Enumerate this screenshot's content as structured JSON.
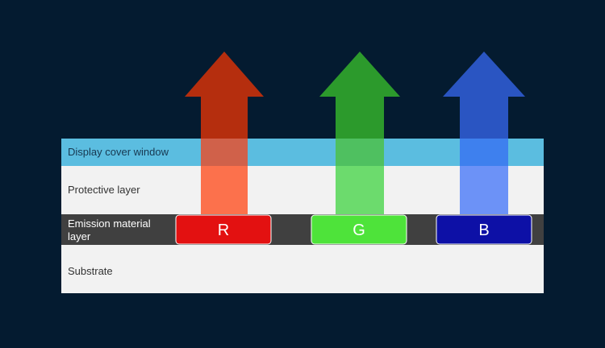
{
  "layers": {
    "cover": {
      "label": "Display cover window",
      "color": "#5bbde0"
    },
    "protective": {
      "label": "Protective layer",
      "color": "#f2f2f2"
    },
    "emission": {
      "label_line1": "Emission material",
      "label_line2": "layer",
      "color": "#404040"
    },
    "substrate": {
      "label": "Substrate",
      "color": "#f2f2f2"
    }
  },
  "subpixels": [
    {
      "label": "R",
      "color": "#e31111",
      "arrow_top_color": "#b52e0e",
      "arrow_mid_color": "#d0614a",
      "arrow_low_color": "#fc714c"
    },
    {
      "label": "G",
      "color": "#4ee33a",
      "arrow_top_color": "#2c9a2c",
      "arrow_mid_color": "#4fc060",
      "arrow_low_color": "#6cdb6d"
    },
    {
      "label": "B",
      "color": "#0d10a6",
      "arrow_top_color": "#2a55c2",
      "arrow_mid_color": "#3e80ee",
      "arrow_low_color": "#6c92f7"
    }
  ]
}
